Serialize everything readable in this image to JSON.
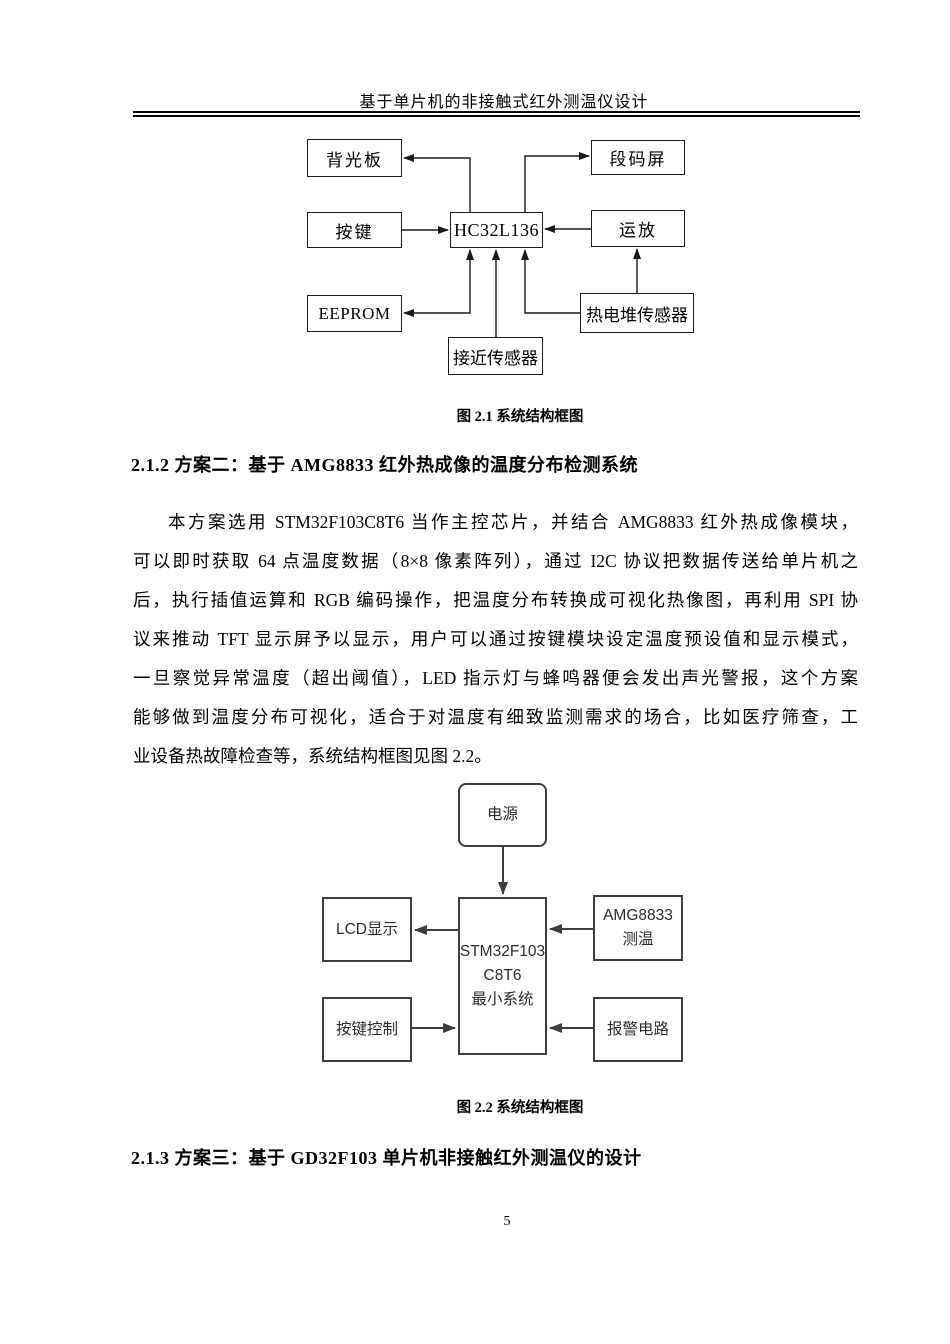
{
  "header": {
    "title": "基于单片机的非接触式红外测温仪设计"
  },
  "figures": {
    "fig1": {
      "caption": "图 2.1 系统结构框图",
      "boxes": {
        "backlight": "背光板",
        "segment_display": "段码屏",
        "keypad": "按键",
        "mcu": "HC32L136",
        "opamp": "运放",
        "eeprom": "EEPROM",
        "thermopile_sensor": "热电堆传感器",
        "proximity_sensor": "接近传感器"
      }
    },
    "fig2": {
      "caption": "图 2.2 系统结构框图",
      "boxes": {
        "power": "电源",
        "mcu": "STM32F103\nC8T6\n最小系统",
        "lcd": "LCD显示",
        "thermal_camera": "AMG8833\n测温",
        "keypad": "按键控制",
        "alarm": "报警电路"
      }
    }
  },
  "sections": {
    "s212": {
      "heading": "2.1.2 方案二：基于 AMG8833 红外热成像的温度分布检测系统",
      "lines": [
        "本方案选用 STM32F103C8T6 当作主控芯片，并结合 AMG8833 红外热成像模块，",
        "可以即时获取 64 点温度数据（8×8 像素阵列），通过 I2C 协议把数据传送给单片机之",
        "后，执行插值运算和 RGB 编码操作，把温度分布转换成可视化热像图，再利用 SPI 协",
        "议来推动 TFT 显示屏予以显示，用户可以通过按键模块设定温度预设值和显示模式，",
        "一旦察觉异常温度（超出阈值），LED 指示灯与蜂鸣器便会发出声光警报，这个方案",
        "能够做到温度分布可视化，适合于对温度有细致监测需求的场合，比如医疗筛查，工",
        "业设备热故障检查等，系统结构框图见图 2.2。"
      ]
    },
    "s213": {
      "heading": "2.1.3 方案三：基于 GD32F103 单片机非接触红外测温仪的设计"
    }
  },
  "footer": {
    "page_number": "5"
  },
  "colors": {
    "diagram1_stroke": "#1a1a1a",
    "diagram2_stroke": "#3d3d3d",
    "text": "#000000"
  }
}
